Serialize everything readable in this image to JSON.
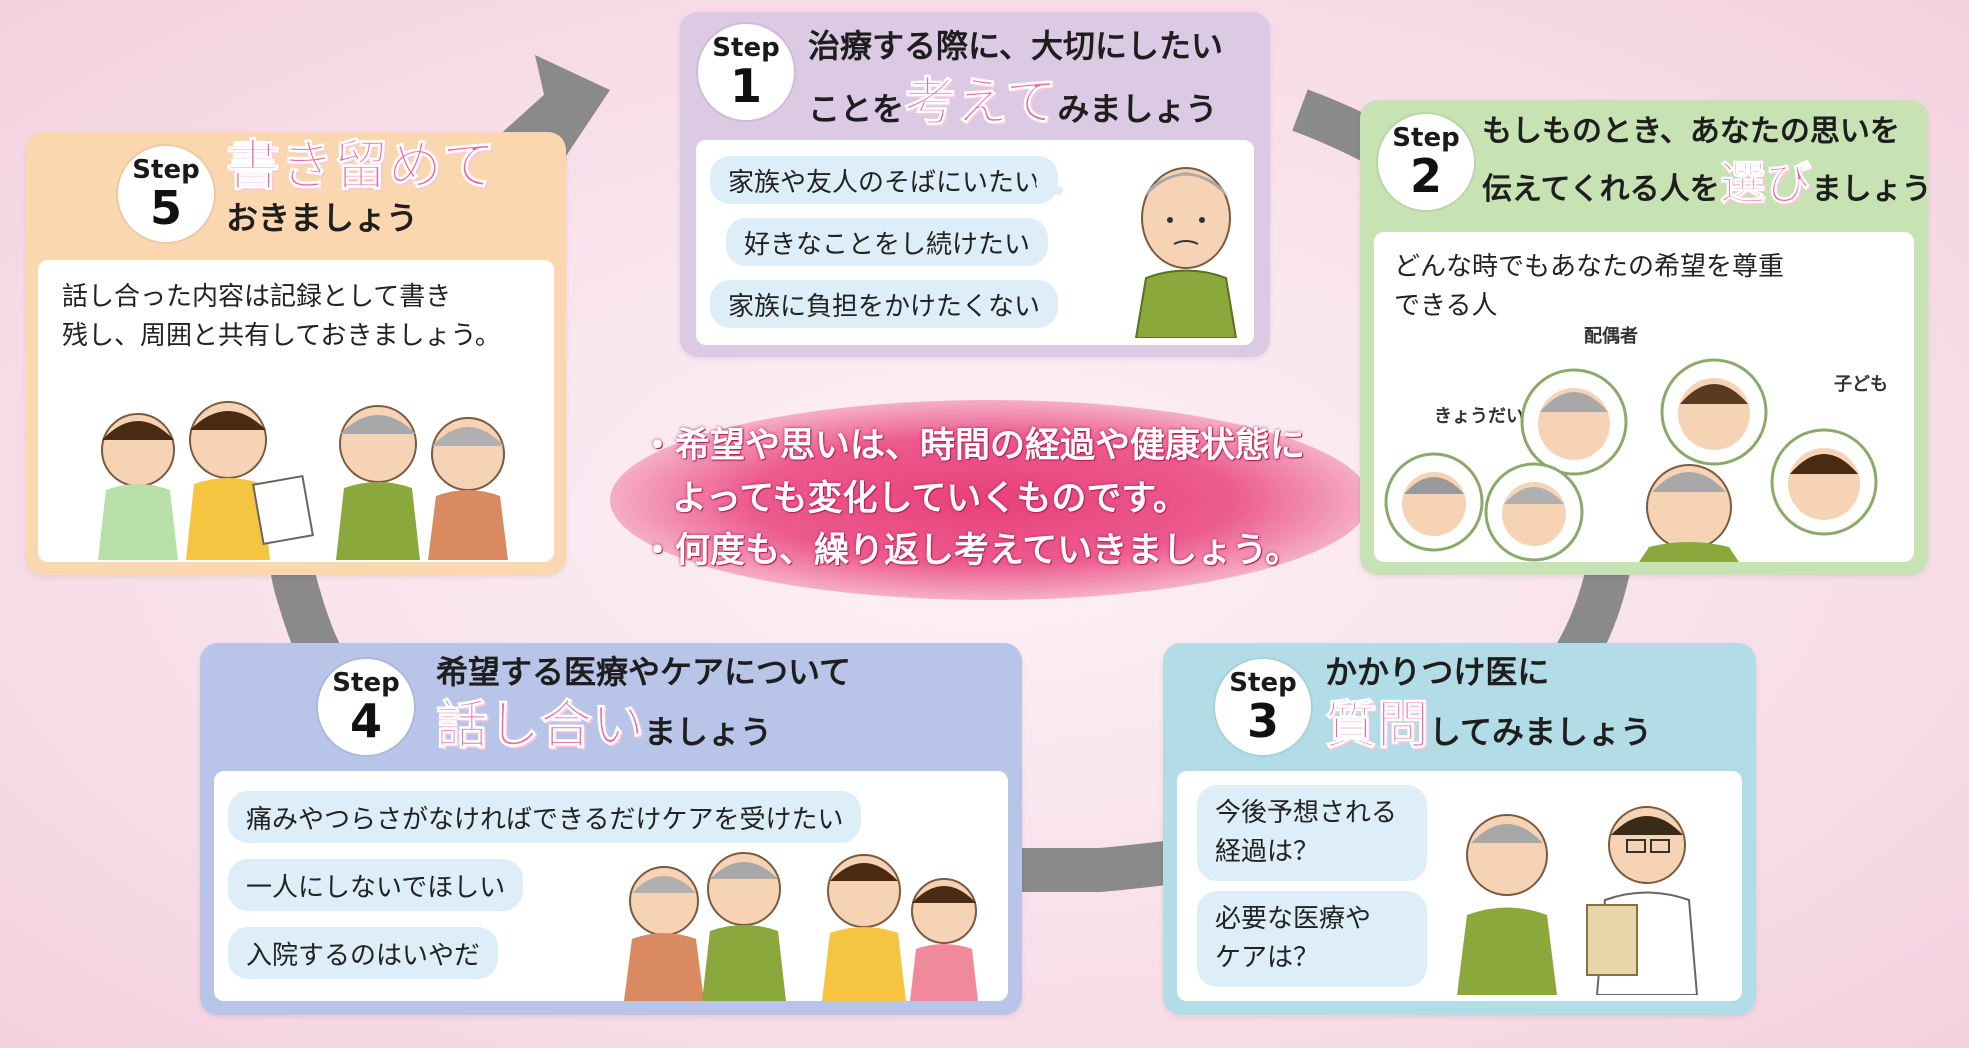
{
  "center_message": {
    "line1": "・希望や思いは、時間の経過や健康状態に",
    "line2": "よっても変化していくものです。",
    "line3": "・何度も、繰り返し考えていきましょう。"
  },
  "steps": [
    {
      "step_word": "Step",
      "number": "1",
      "title_line1": "治療する際に、大切にしたい",
      "title_pre": "ことを",
      "title_accent": "考えて",
      "title_post": "みましょう",
      "bubbles": [
        "家族や友人のそばにいたい",
        "好きなことをし続けたい",
        "家族に負担をかけたくない"
      ]
    },
    {
      "step_word": "Step",
      "number": "2",
      "title_line1": "もしものとき、あなたの思いを",
      "title_pre": "伝えてくれる人を",
      "title_accent": "選び",
      "title_post": "ましょう",
      "body_line1": "どんな時でもあなたの希望を尊重",
      "body_line2": "できる人",
      "labels": {
        "spouse": "配偶者",
        "siblings": "きょうだい",
        "children": "子ども"
      }
    },
    {
      "step_word": "Step",
      "number": "3",
      "title_line1": "かかりつけ医に",
      "title_accent": "質問",
      "title_post": "してみましょう",
      "bubbles": [
        [
          "今後予想される",
          "経過は？"
        ],
        [
          "必要な医療や",
          "ケアは？"
        ]
      ]
    },
    {
      "step_word": "Step",
      "number": "4",
      "title_line1": "希望する医療やケアについて",
      "title_accent": "話し合い",
      "title_post": "ましょう",
      "bubbles": [
        "痛みやつらさがなければできるだけケアを受けたい",
        "一人にしないでほしい",
        "入院するのはいやだ"
      ]
    },
    {
      "step_word": "Step",
      "number": "5",
      "title_accent": "書き留めて",
      "title_line2": "おきましょう",
      "body_line1": "話し合った内容は記録として書き",
      "body_line2": "残し、周囲と共有しておきましょう。"
    }
  ],
  "colors": {
    "step1": "#dcc9e4",
    "step2": "#c7e2b3",
    "step3": "#b3dde6",
    "step4": "#b8c5e8",
    "step5": "#fad7ae",
    "accent": "#ee6aa0",
    "arrow": "#8a8a8a",
    "bubble": "#deeef8",
    "center": "#e8417a"
  }
}
